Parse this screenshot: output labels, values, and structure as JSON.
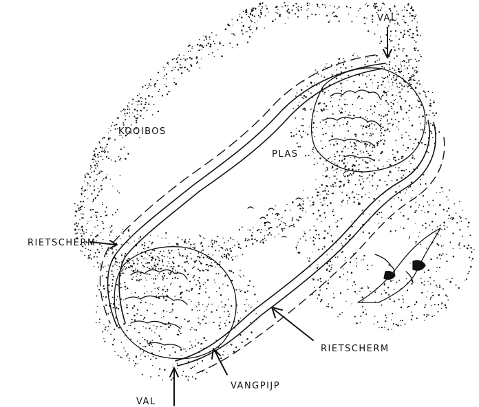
{
  "labels": {
    "val_top": "VAL",
    "kooibos": "KOOIBOS",
    "plas": "PLAS",
    "rietscherm_left": "RIETSCHERM",
    "rietscherm_right": "RIETSCHERM",
    "vangpijp": "VANGPIJP",
    "val_bottom": "VAL"
  },
  "colors": {
    "ink": "#111111",
    "paper": "#ffffff"
  },
  "icons": {
    "bird": "flying-duck-icon"
  }
}
